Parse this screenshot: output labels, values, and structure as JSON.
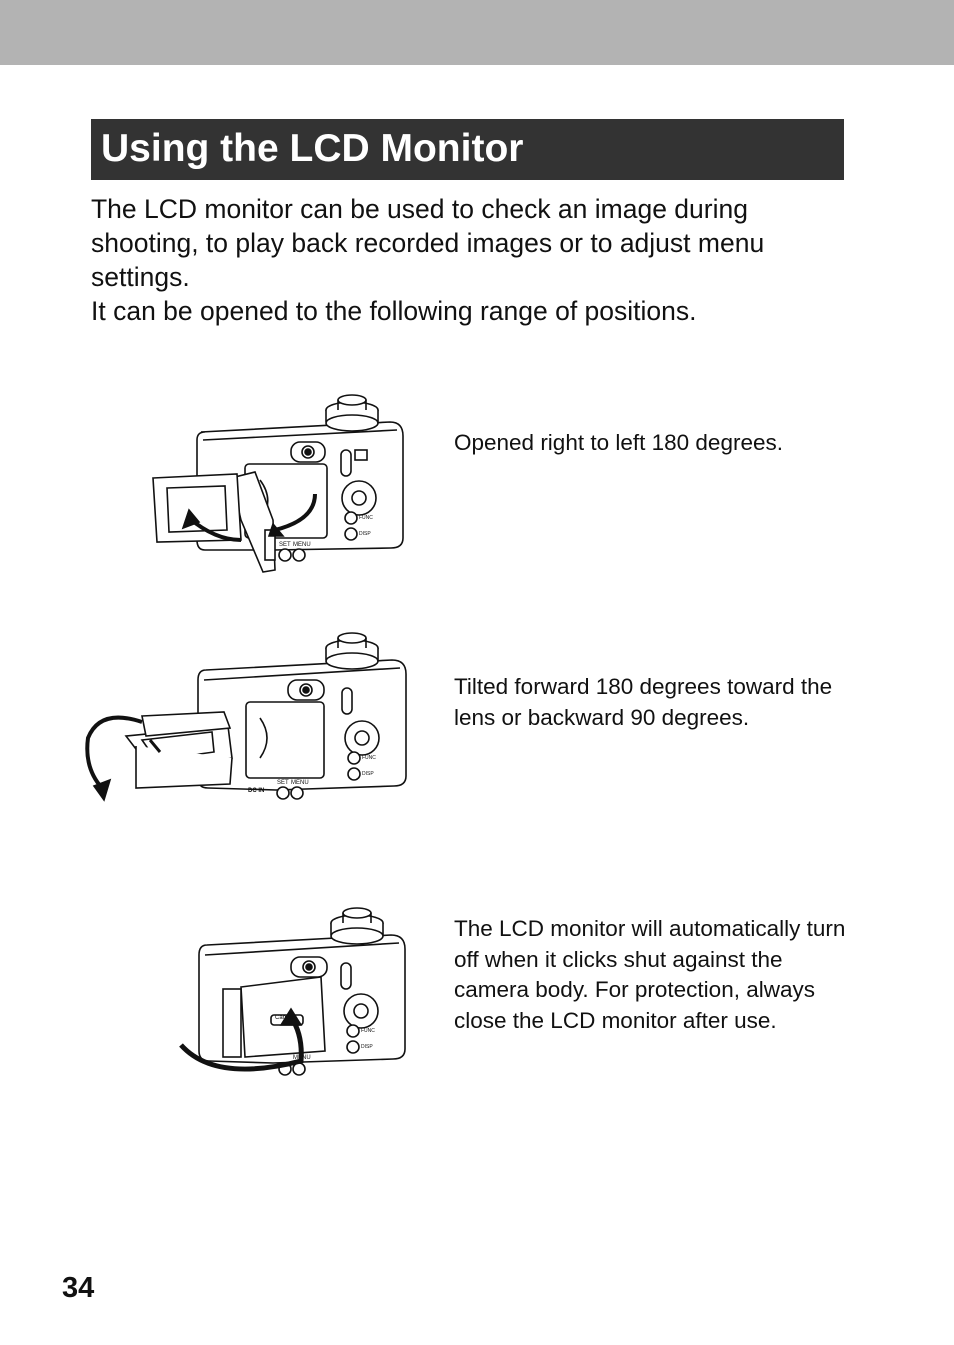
{
  "header": {
    "title": "Using the LCD Monitor"
  },
  "intro": {
    "line1": "The LCD monitor can be used to check an image during shooting, to play back recorded images or to adjust menu settings.",
    "line2": "It can be opened to the following range of positions."
  },
  "figures": [
    {
      "caption": "Opened right to left 180 degrees.",
      "labels": {
        "set": "SET",
        "menu": "MENU",
        "func": "FUNC",
        "disp": "DISP"
      }
    },
    {
      "caption": "Tilted forward 180 degrees toward the lens or backward 90 degrees.",
      "labels": {
        "dcin": "DC IN",
        "set": "SET",
        "menu": "MENU",
        "func": "FUNC",
        "disp": "DISP"
      }
    },
    {
      "caption": "The LCD monitor will automatically turn off when it clicks shut against the camera body. For protection, always close the LCD monitor after use.",
      "labels": {
        "brand": "Canon",
        "menu": "MENU",
        "func": "FUNC",
        "disp": "DISP"
      }
    }
  ],
  "footer": {
    "page_number": "34"
  }
}
